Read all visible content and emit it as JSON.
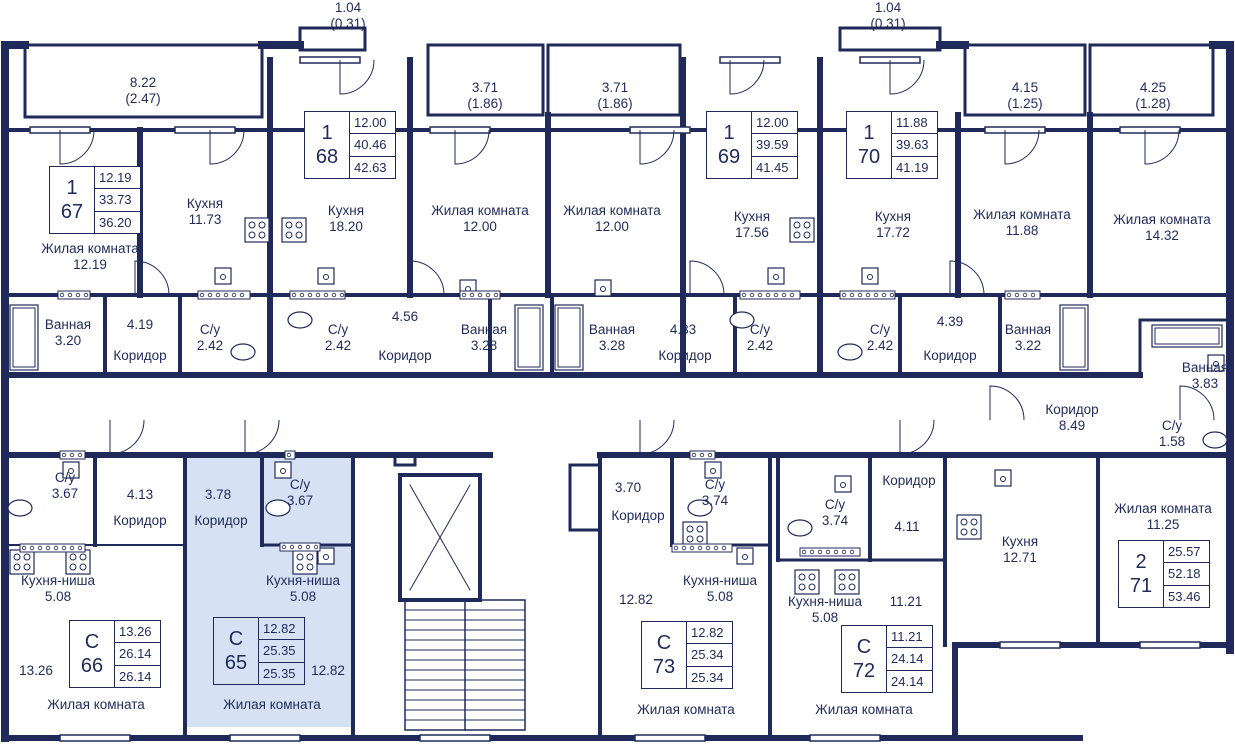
{
  "colors": {
    "wall": "#1f2a5a",
    "highlight": "#d6e2f3",
    "text": "#1f2a5a"
  },
  "balconies": [
    {
      "area": "8.22",
      "coef": "(2.47)"
    },
    {
      "area": "1.04",
      "coef": "(0.31)"
    },
    {
      "area": "3.71",
      "coef": "(1.86)"
    },
    {
      "area": "3.71",
      "coef": "(1.86)"
    },
    {
      "area": "1.04",
      "coef": "(0.31)"
    },
    {
      "area": "4.15",
      "coef": "(1.25)"
    },
    {
      "area": "4.25",
      "coef": "(1.28)"
    }
  ],
  "rooms": [
    {
      "name": "Жилая комната",
      "area": "12.19"
    },
    {
      "name": "Кухня",
      "area": "11.73"
    },
    {
      "name": "Кухня",
      "area": "18.20"
    },
    {
      "name": "Жилая комната",
      "area": "12.00"
    },
    {
      "name": "Жилая комната",
      "area": "12.00"
    },
    {
      "name": "Кухня",
      "area": "17.56"
    },
    {
      "name": "Кухня",
      "area": "17.72"
    },
    {
      "name": "Жилая комната",
      "area": "11.88"
    },
    {
      "name": "Жилая комната",
      "area": "14.32"
    },
    {
      "name": "Ванная",
      "area": "3.20"
    },
    {
      "name": "",
      "area": "4.19"
    },
    {
      "name": "Коридор",
      "area": ""
    },
    {
      "name": "С/у",
      "area": "2.42"
    },
    {
      "name": "С/у",
      "area": "2.42"
    },
    {
      "name": "",
      "area": "4.56"
    },
    {
      "name": "Коридор",
      "area": ""
    },
    {
      "name": "Ванная",
      "area": "3.28"
    },
    {
      "name": "Ванная",
      "area": "3.28"
    },
    {
      "name": "",
      "area": "4.33"
    },
    {
      "name": "Коридор",
      "area": ""
    },
    {
      "name": "С/у",
      "area": "2.42"
    },
    {
      "name": "С/у",
      "area": "2.42"
    },
    {
      "name": "",
      "area": "4.39"
    },
    {
      "name": "Коридор",
      "area": ""
    },
    {
      "name": "Ванная",
      "area": "3.22"
    },
    {
      "name": "Ванная",
      "area": "3.83"
    },
    {
      "name": "Коридор",
      "area": "8.49"
    },
    {
      "name": "С/у",
      "area": "1.58"
    },
    {
      "name": "С/у",
      "area": "3.67"
    },
    {
      "name": "",
      "area": "4.13"
    },
    {
      "name": "Коридор",
      "area": ""
    },
    {
      "name": "",
      "area": "3.78"
    },
    {
      "name": "Коридор",
      "area": ""
    },
    {
      "name": "С/у",
      "area": "3.67"
    },
    {
      "name": "Кухня-ниша",
      "area": "5.08"
    },
    {
      "name": "Кухня-ниша",
      "area": "5.08"
    },
    {
      "name": "",
      "area": "13.26"
    },
    {
      "name": "",
      "area": "12.82"
    },
    {
      "name": "Жилая комната",
      "area": ""
    },
    {
      "name": "Жилая комната",
      "area": ""
    },
    {
      "name": "",
      "area": "3.70"
    },
    {
      "name": "Коридор",
      "area": ""
    },
    {
      "name": "С/у",
      "area": "3.74"
    },
    {
      "name": "С/у",
      "area": "3.74"
    },
    {
      "name": "Коридор",
      "area": ""
    },
    {
      "name": "",
      "area": "4.11"
    },
    {
      "name": "Кухня-ниша",
      "area": "5.08"
    },
    {
      "name": "",
      "area": "12.82"
    },
    {
      "name": "Кухня-ниша",
      "area": "5.08"
    },
    {
      "name": "",
      "area": "11.21"
    },
    {
      "name": "Жилая комната",
      "area": ""
    },
    {
      "name": "Жилая комната",
      "area": ""
    },
    {
      "name": "Кухня",
      "area": "12.71"
    },
    {
      "name": "Жилая комната",
      "area": "11.25"
    }
  ],
  "apartments": [
    {
      "rooms": "1",
      "number": "67",
      "living": "12.19",
      "total": "33.73",
      "total_balcony": "36.20",
      "highlight": false
    },
    {
      "rooms": "1",
      "number": "68",
      "living": "12.00",
      "total": "40.46",
      "total_balcony": "42.63",
      "highlight": false
    },
    {
      "rooms": "1",
      "number": "69",
      "living": "12.00",
      "total": "39.59",
      "total_balcony": "41.45",
      "highlight": false
    },
    {
      "rooms": "1",
      "number": "70",
      "living": "11.88",
      "total": "39.63",
      "total_balcony": "41.19",
      "highlight": false
    },
    {
      "rooms": "С",
      "number": "66",
      "living": "13.26",
      "total": "26.14",
      "total_balcony": "26.14",
      "highlight": false
    },
    {
      "rooms": "С",
      "number": "65",
      "living": "12.82",
      "total": "25.35",
      "total_balcony": "25.35",
      "highlight": true
    },
    {
      "rooms": "С",
      "number": "73",
      "living": "12.82",
      "total": "25.34",
      "total_balcony": "25.34",
      "highlight": false
    },
    {
      "rooms": "С",
      "number": "72",
      "living": "11.21",
      "total": "24.14",
      "total_balcony": "24.14",
      "highlight": false
    },
    {
      "rooms": "2",
      "number": "71",
      "living": "25.57",
      "total": "52.18",
      "total_balcony": "53.46",
      "highlight": false
    }
  ]
}
